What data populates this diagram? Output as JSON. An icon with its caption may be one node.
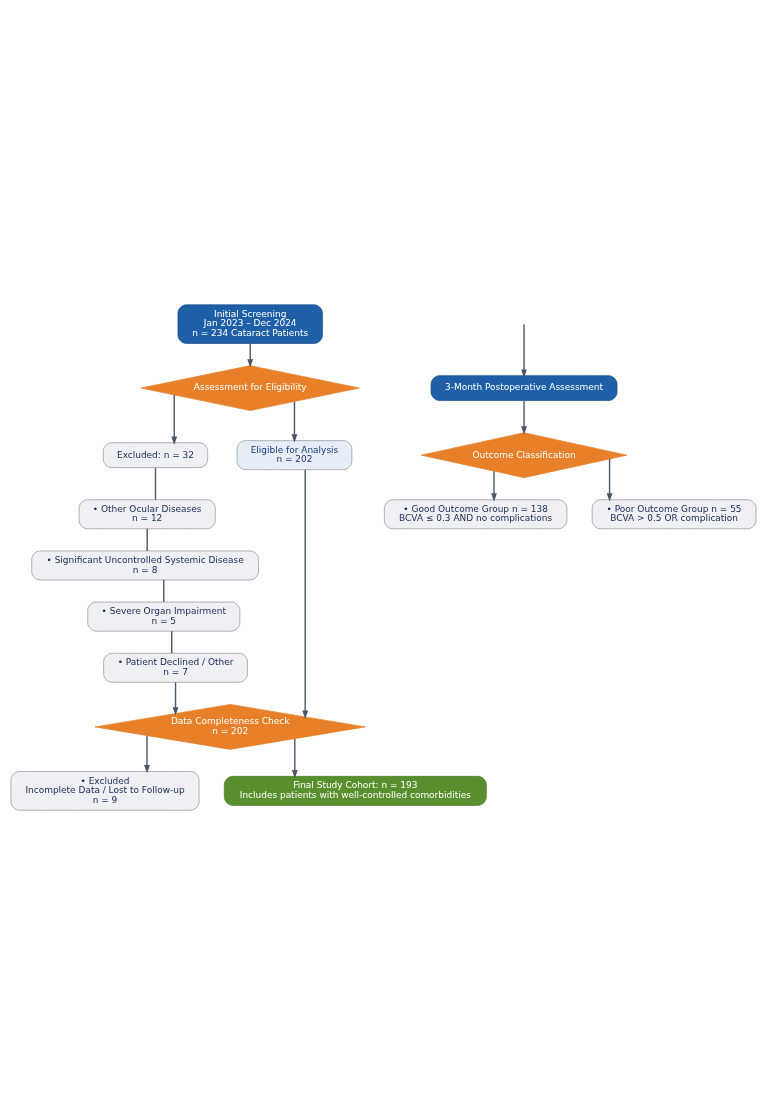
{
  "diagram": {
    "nodes": [
      {
        "text": [
          "Initial Screening",
          "Jan 2023 – Dec 2024",
          "n = 234 Cataract Patients"
        ]
      },
      {
        "text": [
          "Assessment for Eligibility"
        ]
      },
      {
        "text": [
          "Excluded: n = 32"
        ]
      },
      {
        "text": [
          "• Other Ocular Diseases",
          "n = 12"
        ]
      },
      {
        "text": [
          "• Significant Uncontrolled Systemic Disease",
          "n = 8"
        ]
      },
      {
        "text": [
          "• Severe Organ Impairment",
          "n = 5"
        ]
      },
      {
        "text": [
          "• Patient Declined / Other",
          "n = 7"
        ]
      },
      {
        "text": [
          "Eligible for Analysis",
          "n = 202"
        ]
      },
      {
        "text": [
          "Data Completeness Check",
          "n = 202"
        ]
      },
      {
        "text": [
          "• Excluded",
          "Incomplete Data / Lost to Follow-up",
          "n = 9"
        ]
      },
      {
        "text": [
          "Final Study Cohort: n = 193",
          "Includes patients with well-controlled comorbidities"
        ]
      },
      {
        "text": [
          "3-Month Postoperative Assessment"
        ]
      },
      {
        "text": [
          "Outcome Classification"
        ]
      },
      {
        "text": [
          "• Good Outcome Group n = 138",
          "BCVA ≤ 0.3 AND no complications"
        ]
      },
      {
        "text": [
          "• Poor Outcome Group n = 55",
          "BCVA > 0.5 OR complication"
        ]
      }
    ],
    "edges": [
      {
        "from": 0,
        "to": 1,
        "arrow": "to"
      },
      {
        "from": 1,
        "to": 2,
        "arrow": "to"
      },
      {
        "from": 1,
        "to": 7,
        "arrow": "to"
      },
      {
        "from": 2,
        "to": 3,
        "arrow": "none"
      },
      {
        "from": 3,
        "to": 4,
        "arrow": "none"
      },
      {
        "from": 4,
        "to": 5,
        "arrow": "none"
      },
      {
        "from": 5,
        "to": 6,
        "arrow": "none"
      },
      {
        "from": 6,
        "to": 8,
        "arrow": "to"
      },
      {
        "from": 7,
        "to": 8,
        "arrow": "to"
      },
      {
        "from": 8,
        "to": 9,
        "arrow": "to"
      },
      {
        "from": 8,
        "to": 10,
        "arrow": "to"
      },
      {
        "from": null,
        "to": 11,
        "arrow": "to"
      },
      {
        "from": 11,
        "to": 12,
        "arrow": "to"
      },
      {
        "from": 12,
        "to": 13,
        "arrow": "to"
      },
      {
        "from": 12,
        "to": 14,
        "arrow": "to"
      }
    ]
  }
}
